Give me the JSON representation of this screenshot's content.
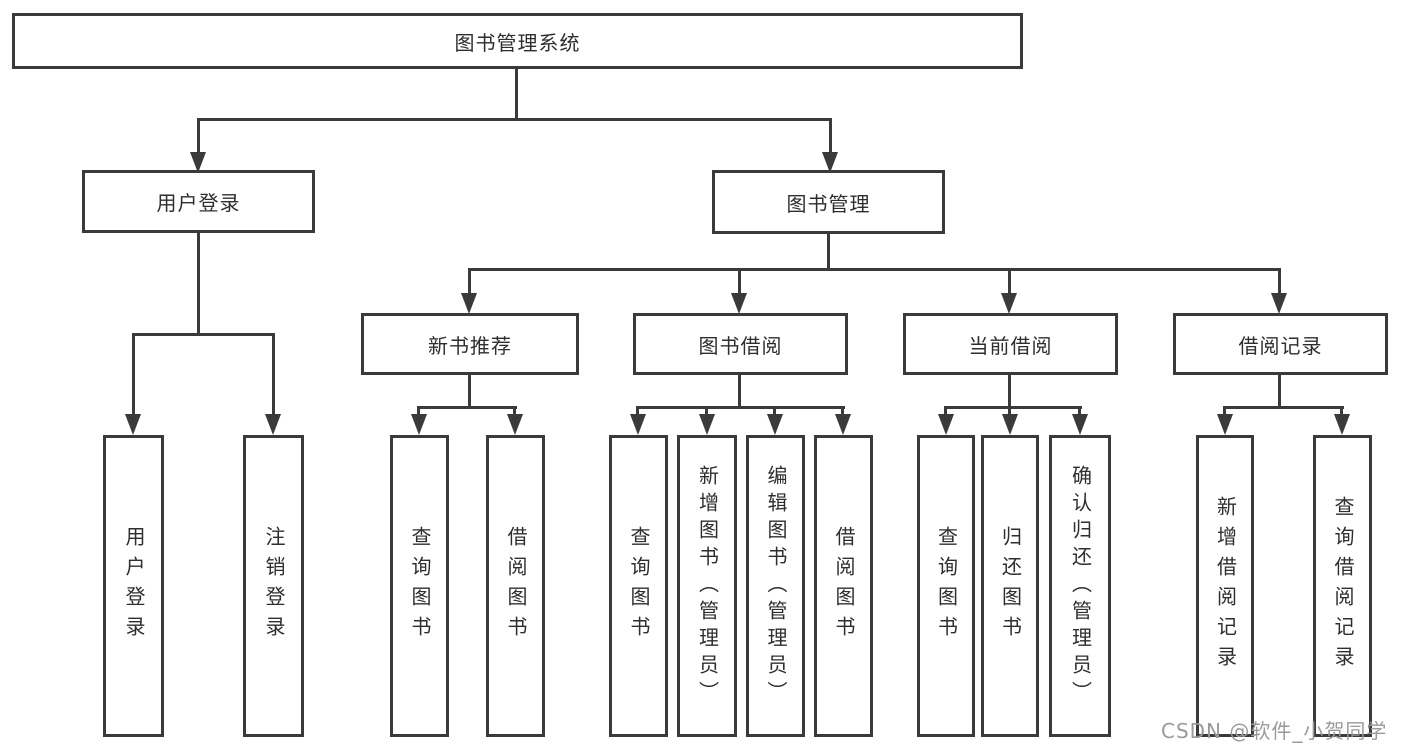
{
  "nodes": {
    "root": "图书管理系统",
    "user_login": "用户登录",
    "book_management": "图书管理",
    "new_book_recommend": "新书推荐",
    "book_borrowing": "图书借阅",
    "current_borrowing": "当前借阅",
    "borrowing_records": "借阅记录",
    "leaf_user_login": "用户登录",
    "leaf_logout": "注销登录",
    "leaf_recommend_query_books": "查询图书",
    "leaf_recommend_borrow_books": "借阅图书",
    "leaf_borrow_query_books": "查询图书",
    "leaf_borrow_add_books": "新增图书（管理员）",
    "leaf_borrow_edit_books": "编辑图书（管理员）",
    "leaf_borrow_borrow_books": "借阅图书",
    "leaf_current_query_books": "查询图书",
    "leaf_current_return_books": "归还图书",
    "leaf_current_confirm_return": "确认归还（管理员）",
    "leaf_records_add_record": "新增借阅记录",
    "leaf_records_query_record": "查询借阅记录"
  },
  "watermark": "CSDN @软件_小贺同学",
  "colors": {
    "line": "#3a3a3a",
    "text": "#2e2e2e",
    "watermark": "#9a9a9a",
    "background": "#ffffff"
  }
}
